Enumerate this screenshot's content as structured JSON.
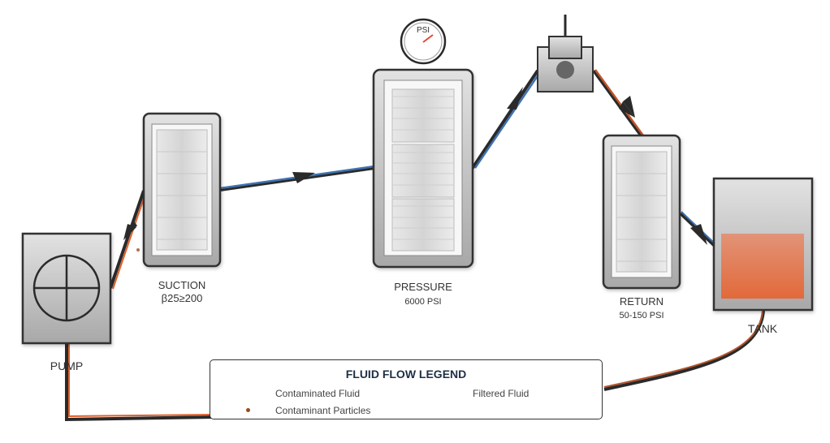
{
  "diagram": {
    "title": "Hydraulic Filtration Circuit",
    "components": {
      "pump": {
        "label": "PUMP"
      },
      "suction": {
        "label": "SUCTION",
        "rating": "β25≥200"
      },
      "pressure": {
        "label": "PRESSURE",
        "rating": "6000 PSI"
      },
      "gauge": {
        "label": "PSI"
      },
      "return": {
        "label": "RETURN",
        "rating": "50-150 PSI"
      },
      "tank": {
        "label": "TANK"
      }
    },
    "colors": {
      "contaminated": "#e0602a",
      "filtered": "#3f72b0",
      "pipe": "#2a2a2a",
      "particle": "#9a4a1e",
      "tank_fluid": "#e36a3c",
      "gauge_needle": "#e04a3a"
    }
  },
  "legend": {
    "title": "FLUID FLOW LEGEND",
    "items": [
      {
        "label": "Contaminated Fluid"
      },
      {
        "label": "Filtered Fluid"
      },
      {
        "label": "Contaminant Particles"
      }
    ]
  }
}
